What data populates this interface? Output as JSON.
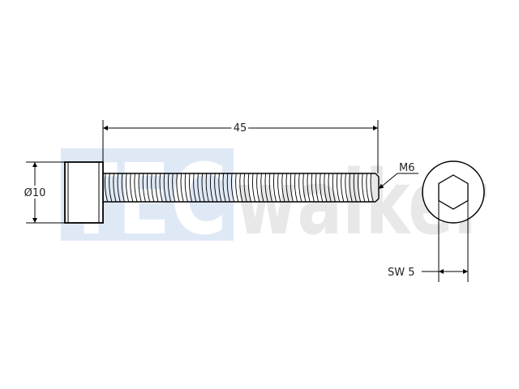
{
  "watermark": {
    "brand_left": "TEC",
    "brand_right": "walker",
    "block_color": "#dfe9f6",
    "letter_color": "#ffffff",
    "text_color": "#e8e8e8"
  },
  "drawing": {
    "line_color": "#000000",
    "dimensions": {
      "length_label": "45",
      "diameter_label": "Ø10",
      "thread_label": "M6",
      "wrench_label": "SW 5"
    }
  }
}
